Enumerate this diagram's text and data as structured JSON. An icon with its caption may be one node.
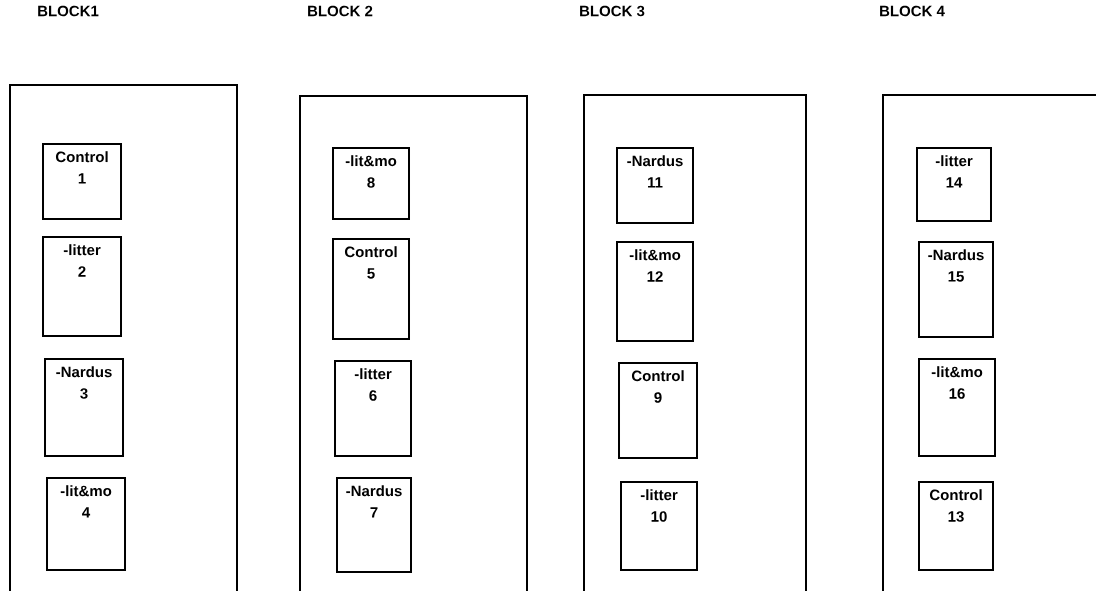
{
  "diagram": {
    "nodes": [
      {
        "text": [
          "BLOCK1"
        ]
      },
      {
        "text": [
          "Control",
          "1"
        ],
        "in": 0
      },
      {
        "text": [
          "-litter",
          "2"
        ],
        "in": 0
      },
      {
        "text": [
          "-Nardus",
          "3"
        ],
        "in": 0
      },
      {
        "text": [
          "-lit&mo",
          "4"
        ],
        "in": 0
      },
      {
        "text": [
          "BLOCK 2"
        ]
      },
      {
        "text": [
          "-lit&mo",
          "8"
        ],
        "in": 5
      },
      {
        "text": [
          "Control",
          "5"
        ],
        "in": 5
      },
      {
        "text": [
          "-litter",
          "6"
        ],
        "in": 5
      },
      {
        "text": [
          "-Nardus",
          "7"
        ],
        "in": 5
      },
      {
        "text": [
          "BLOCK 3"
        ]
      },
      {
        "text": [
          "-Nardus",
          "11"
        ],
        "in": 10
      },
      {
        "text": [
          "-lit&mo",
          "12"
        ],
        "in": 10
      },
      {
        "text": [
          "Control",
          "9"
        ],
        "in": 10
      },
      {
        "text": [
          "-litter",
          "10"
        ],
        "in": 10
      },
      {
        "text": [
          "BLOCK 4"
        ]
      },
      {
        "text": [
          "-litter",
          "14"
        ],
        "in": 15
      },
      {
        "text": [
          "-Nardus",
          "15"
        ],
        "in": 15
      },
      {
        "text": [
          "-lit&mo",
          "16"
        ],
        "in": 15
      },
      {
        "text": [
          "Control",
          "13"
        ],
        "in": 15
      }
    ]
  }
}
